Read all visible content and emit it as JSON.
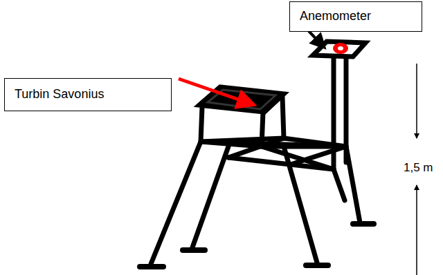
{
  "diagram": {
    "nodes": [
      {
        "text": [
          "Anemometer"
        ]
      },
      {
        "text": [
          "Turbin Savonius"
        ]
      }
    ],
    "labels": [
      "1,5 m"
    ]
  }
}
